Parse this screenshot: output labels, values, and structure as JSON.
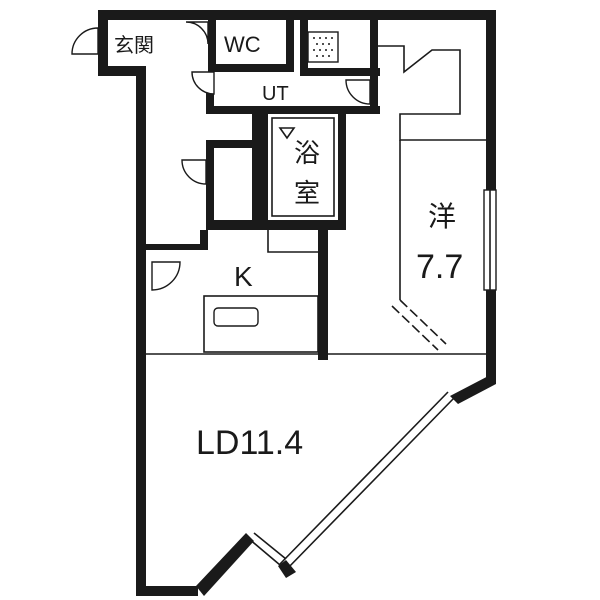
{
  "rooms": {
    "entrance": "玄関",
    "wc": "WC",
    "ut": "UT",
    "bath_line1": "浴",
    "bath_line2": "室",
    "kitchen": "K",
    "western_name": "洋",
    "western_size": "7.7",
    "living": "LD11.4"
  },
  "colors": {
    "wall": "#1a1a1a",
    "background": "#ffffff"
  }
}
